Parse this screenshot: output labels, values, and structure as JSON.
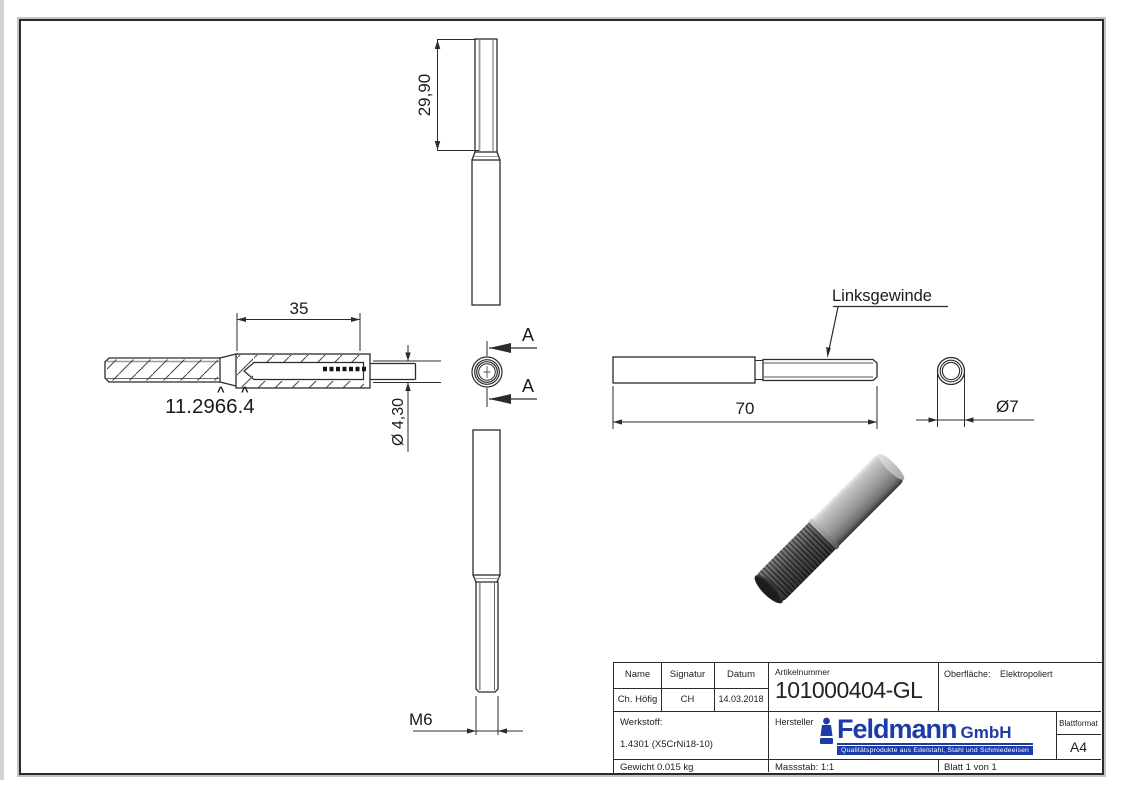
{
  "drawing": {
    "views": {
      "top": {
        "height_dim": "29,90"
      },
      "section": {
        "cut_label": "A"
      },
      "front": {
        "length_dim": "35",
        "stamp_dim": "11.2966.4",
        "caret": "^",
        "diameter_dim": "Ø 4,30"
      },
      "bottom": {
        "thread_dim": "M6"
      },
      "side": {
        "note": "Linksgewinde",
        "length_dim": "70",
        "diameter_dim": "Ø7"
      }
    },
    "line_color": "#2b2b2b"
  },
  "title_block": {
    "name_label": "Name",
    "signatur_label": "Signatur",
    "datum_label": "Datum",
    "name_value": "Ch. Höfig",
    "signatur_value": "CH",
    "datum_value": "14.03.2018",
    "artikelnummer_label": "Artikelnummer",
    "artikelnummer_value": "101000404-GL",
    "oberflaeche_label": "Oberfläche:",
    "oberflaeche_value": "Elektropoliert",
    "werkstoff_label": "Werkstoff:",
    "werkstoff_value": "1.4301 (X5CrNi18-10)",
    "hersteller_label": "Hersteller",
    "logo": {
      "name": "Feldmann",
      "suffix": "GmbH",
      "tagline": "Qualitätsprodukte aus Edelstahl, Stahl und Schmiedeeisen",
      "color": "#1e3ca8"
    },
    "blattformat_label": "Blattformat",
    "blattformat_value": "A4",
    "gewicht_value": "Gewicht 0.015 kg",
    "massstab_value": "Massstab: 1:1",
    "blatt_value": "Blatt 1 von 1"
  }
}
